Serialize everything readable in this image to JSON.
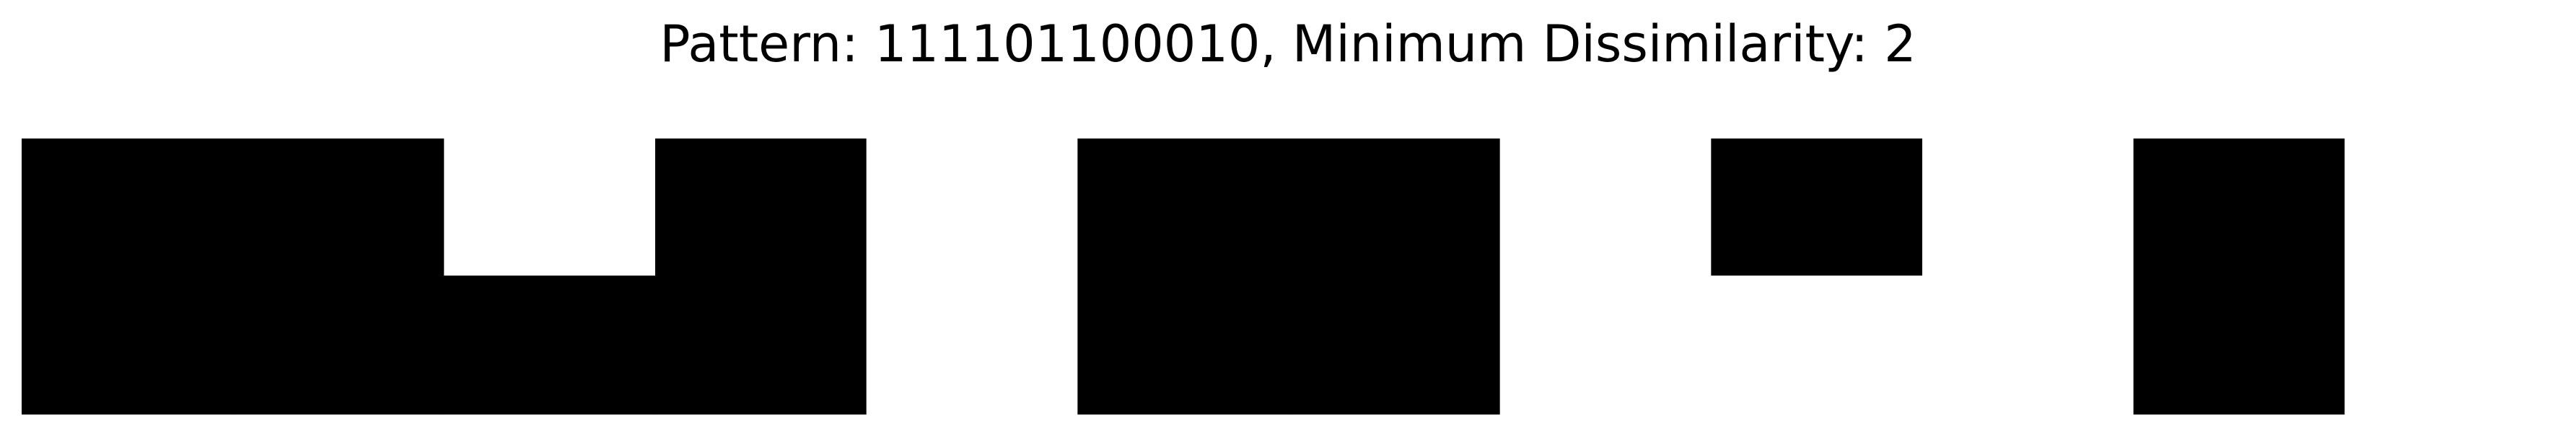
{
  "title": "Pattern: 111101100010, Minimum Dissimilarity: 2",
  "pattern": {
    "bits": "111101100010",
    "top_row": [
      1,
      1,
      0,
      1,
      0,
      1,
      1,
      0,
      1,
      0,
      1,
      0
    ],
    "bottom_row": [
      1,
      1,
      1,
      1,
      0,
      1,
      1,
      0,
      0,
      0,
      1,
      0
    ],
    "fill_color": "#000000",
    "background_color": "#ffffff"
  }
}
